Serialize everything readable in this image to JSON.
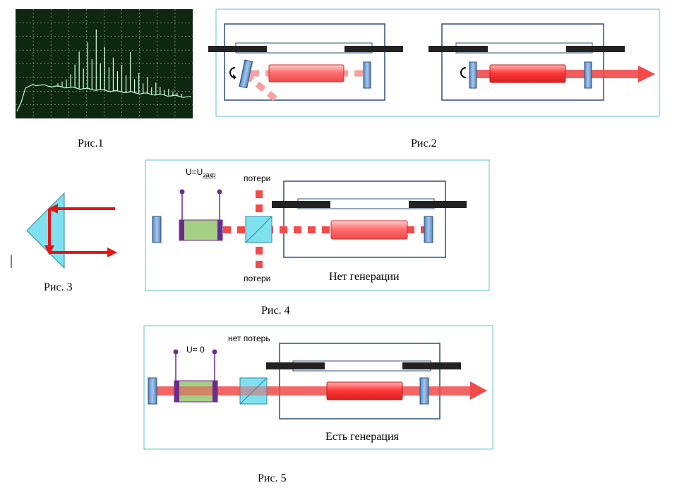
{
  "colors": {
    "panel_border": "#5fc3c0",
    "laser_red": "#ff4a4a",
    "beam_red": "#f23b3b",
    "dark_bar": "#222222",
    "mirror_blue": "#7eaad8",
    "cell_green": "#a6cf86",
    "cell_purple": "#6b2c8f",
    "prism_cyan": "#7fe0f0",
    "scope_bg": "#113012",
    "scope_trace": "#b8ffcf"
  },
  "figures": {
    "fig1": {
      "caption": "Рис.1"
    },
    "fig2": {
      "caption": "Рис.2"
    },
    "fig3": {
      "caption": "Рис. 3"
    },
    "fig4": {
      "caption": "Рис. 4",
      "voltage_main": "U=U",
      "voltage_sub": "закр",
      "loss_top": "потери",
      "loss_bottom": "потери",
      "status": "Нет генерации"
    },
    "fig5": {
      "caption": "Рис. 5",
      "voltage": "U= 0",
      "loss": "нет потерь",
      "status": "Есть генерация"
    }
  },
  "scope_peaks": [
    0.05,
    0.08,
    0.12,
    0.2,
    0.35,
    0.55,
    0.3,
    0.7,
    0.45,
    0.9,
    0.4,
    0.65,
    0.35,
    0.5,
    0.3,
    0.4,
    0.25,
    0.6,
    0.2,
    0.3,
    0.15,
    0.25,
    0.1,
    0.18,
    0.12,
    0.08,
    0.1,
    0.06,
    0.05,
    0.04
  ]
}
